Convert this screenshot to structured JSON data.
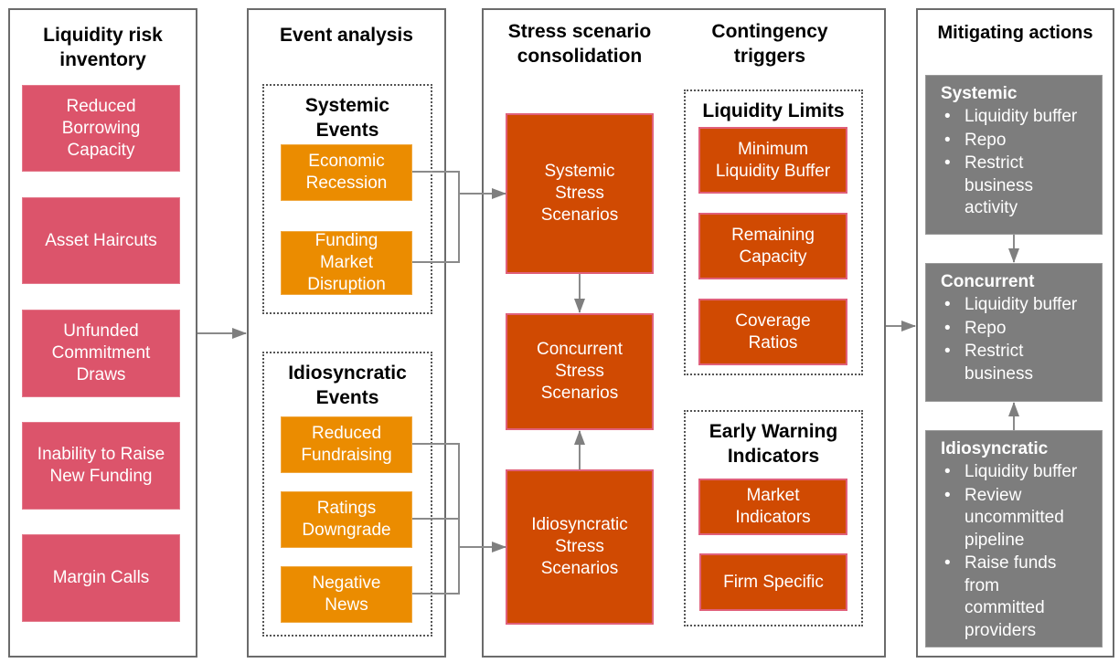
{
  "inventory": {
    "title": "Liquidity risk inventory",
    "items": [
      {
        "label": "Reduced Borrowing Capacity"
      },
      {
        "label": "Asset Haircuts"
      },
      {
        "label": "Unfunded Commitment Draws"
      },
      {
        "label": "Inability to Raise New Funding"
      },
      {
        "label": "Margin Calls"
      }
    ]
  },
  "event_analysis": {
    "title": "Event analysis",
    "systemic": {
      "title": "Systemic Events",
      "items": [
        {
          "label": "Economic Recession"
        },
        {
          "label": "Funding Market Disruption"
        }
      ]
    },
    "idiosyncratic": {
      "title": "Idiosyncratic Events",
      "items": [
        {
          "label": "Reduced Fundraising"
        },
        {
          "label": "Ratings Downgrade"
        },
        {
          "label": "Negative News"
        }
      ]
    }
  },
  "stress": {
    "title": "Stress scenario consolidation",
    "items": [
      {
        "label": "Systemic Stress Scenarios"
      },
      {
        "label": "Concurrent Stress Scenarios"
      },
      {
        "label": "Idiosyncratic Stress Scenarios"
      }
    ]
  },
  "contingency": {
    "title": "Contingency triggers",
    "limits": {
      "title": "Liquidity Limits",
      "items": [
        {
          "label": "Minimum Liquidity Buffer"
        },
        {
          "label": "Remaining Capacity"
        },
        {
          "label": "Coverage Ratios"
        }
      ]
    },
    "ewi": {
      "title": "Early Warning Indicators",
      "items": [
        {
          "label": "Market Indicators"
        },
        {
          "label": "Firm Specific"
        }
      ]
    }
  },
  "mitigating": {
    "title": "Mitigating actions",
    "groups": [
      {
        "title": "Systemic",
        "bullets": [
          "Liquidity buffer",
          "Repo",
          "Restrict business activity"
        ]
      },
      {
        "title": "Concurrent",
        "bullets": [
          "Liquidity buffer",
          "Repo",
          "Restrict business"
        ]
      },
      {
        "title": "Idiosyncratic",
        "bullets": [
          "Liquidity buffer",
          "Review uncommitted pipeline",
          "Raise funds from committed providers"
        ]
      }
    ]
  },
  "colors": {
    "inventory_box": "#dc546b",
    "event_box": "#eb8c00",
    "stress_box": "#d04a02",
    "action_box": "#7d7d7d",
    "connector": "#7f7f7f"
  }
}
